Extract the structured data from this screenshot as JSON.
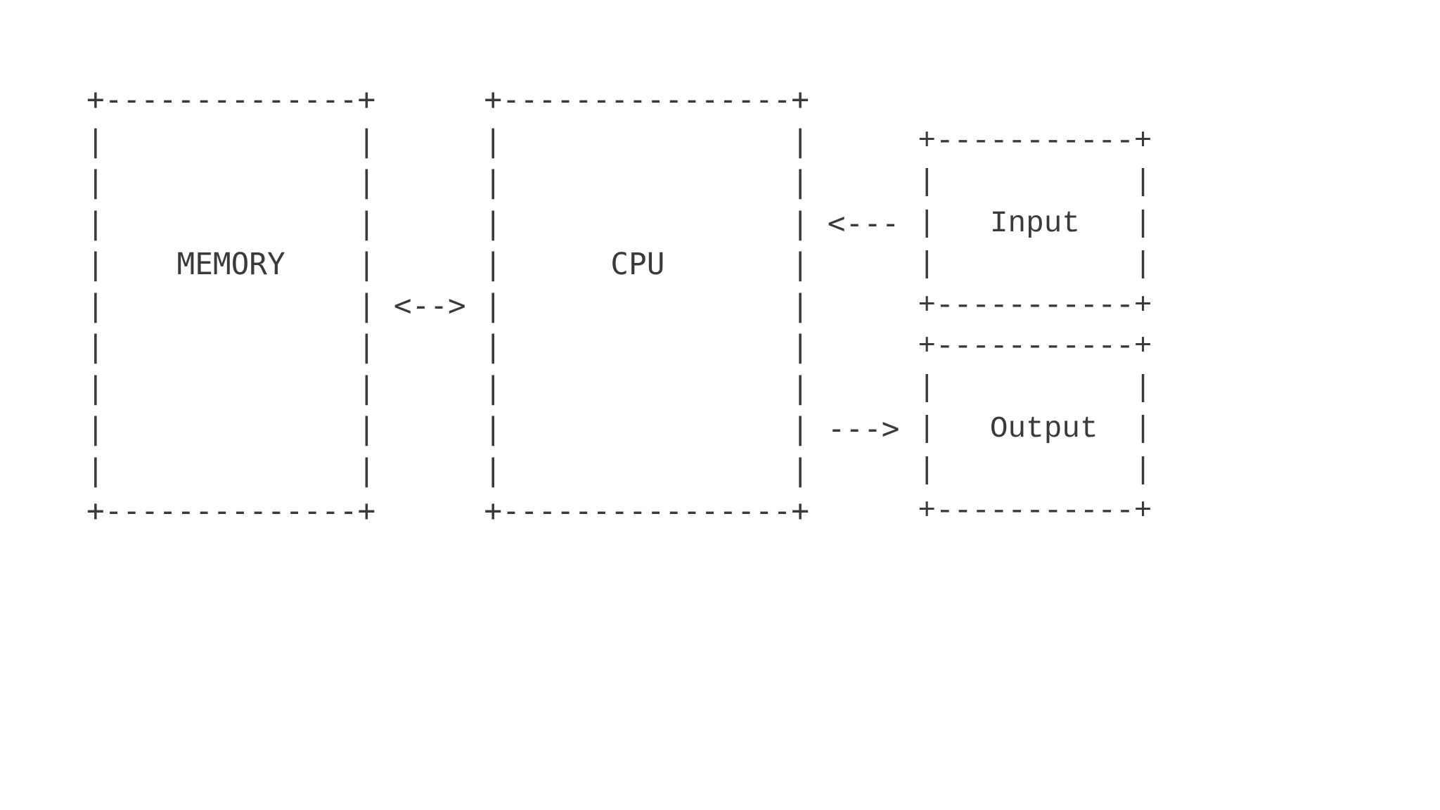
{
  "colors": {
    "background": "#ffffff",
    "ink": "#3a3a3a"
  },
  "diagram": {
    "memory_box": {
      "label": "MEMORY",
      "ascii": "+--------------+\n|              |\n|              |\n|              |\n|    MEMORY    |\n|              |\n|              |\n|              |\n|              |\n|              |\n+--------------+"
    },
    "cpu_box": {
      "label": "CPU",
      "ascii": "+----------------+\n|                |\n|                |\n|                |\n|      CPU       |\n|                |\n|                |\n|                |\n|                |\n|                |\n+----------------+"
    },
    "input_box": {
      "label": "Input",
      "ascii": "+-----------+\n|           |\n|   Input   |\n|           |\n+-----------+"
    },
    "output_box": {
      "label": "Output",
      "ascii": "+-----------+\n|           |\n|   Output  |\n|           |\n+-----------+"
    },
    "memory_cpu_arrow": "<-->",
    "input_to_cpu_arrow": "<---",
    "cpu_to_output_arrow": "--->"
  }
}
